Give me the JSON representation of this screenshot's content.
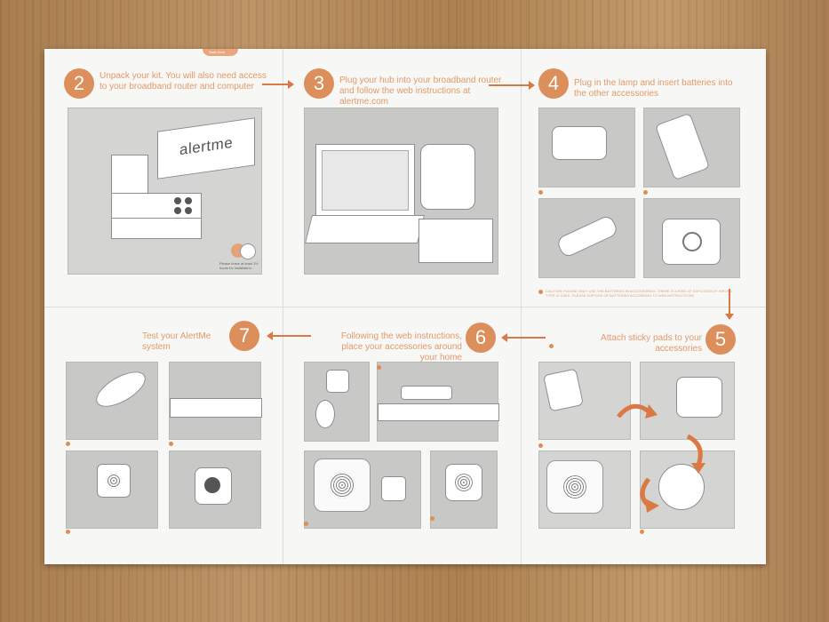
{
  "sheet": {
    "tab_label": "Start Here"
  },
  "steps": [
    {
      "num": "2",
      "text": "Unpack your kit. You will also need access to your broadband router and computer"
    },
    {
      "num": "3",
      "text": "Plug your hub into your broadband router and follow the web instructions at alertme.com"
    },
    {
      "num": "4",
      "text": "Plug in the lamp and insert batteries into the other accessories"
    },
    {
      "num": "5",
      "text": "Attach sticky pads to your accessories"
    },
    {
      "num": "6",
      "text": "Following the web instructions, place your accessories around your home"
    },
    {
      "num": "7",
      "text": "Test your AlertMe system"
    }
  ],
  "kit": {
    "logo": "alertme",
    "note": "Please leave at least 1½ hours for installation"
  },
  "step4": {
    "caution": "CAUTION: PLEASE ONLY USE THE BATTERIES IN ACCESSORIES. THERE IS A RISK OF EXPLOSION IF WRONG TYPE IS USED. PLEASE DISPOSE OF BATTERIES ACCORDING TO WEB INSTRUCTIONS"
  },
  "colors": {
    "accent": "#dc8e5b",
    "sheet": "#f7f7f5",
    "panel": "#c8c8c6"
  }
}
